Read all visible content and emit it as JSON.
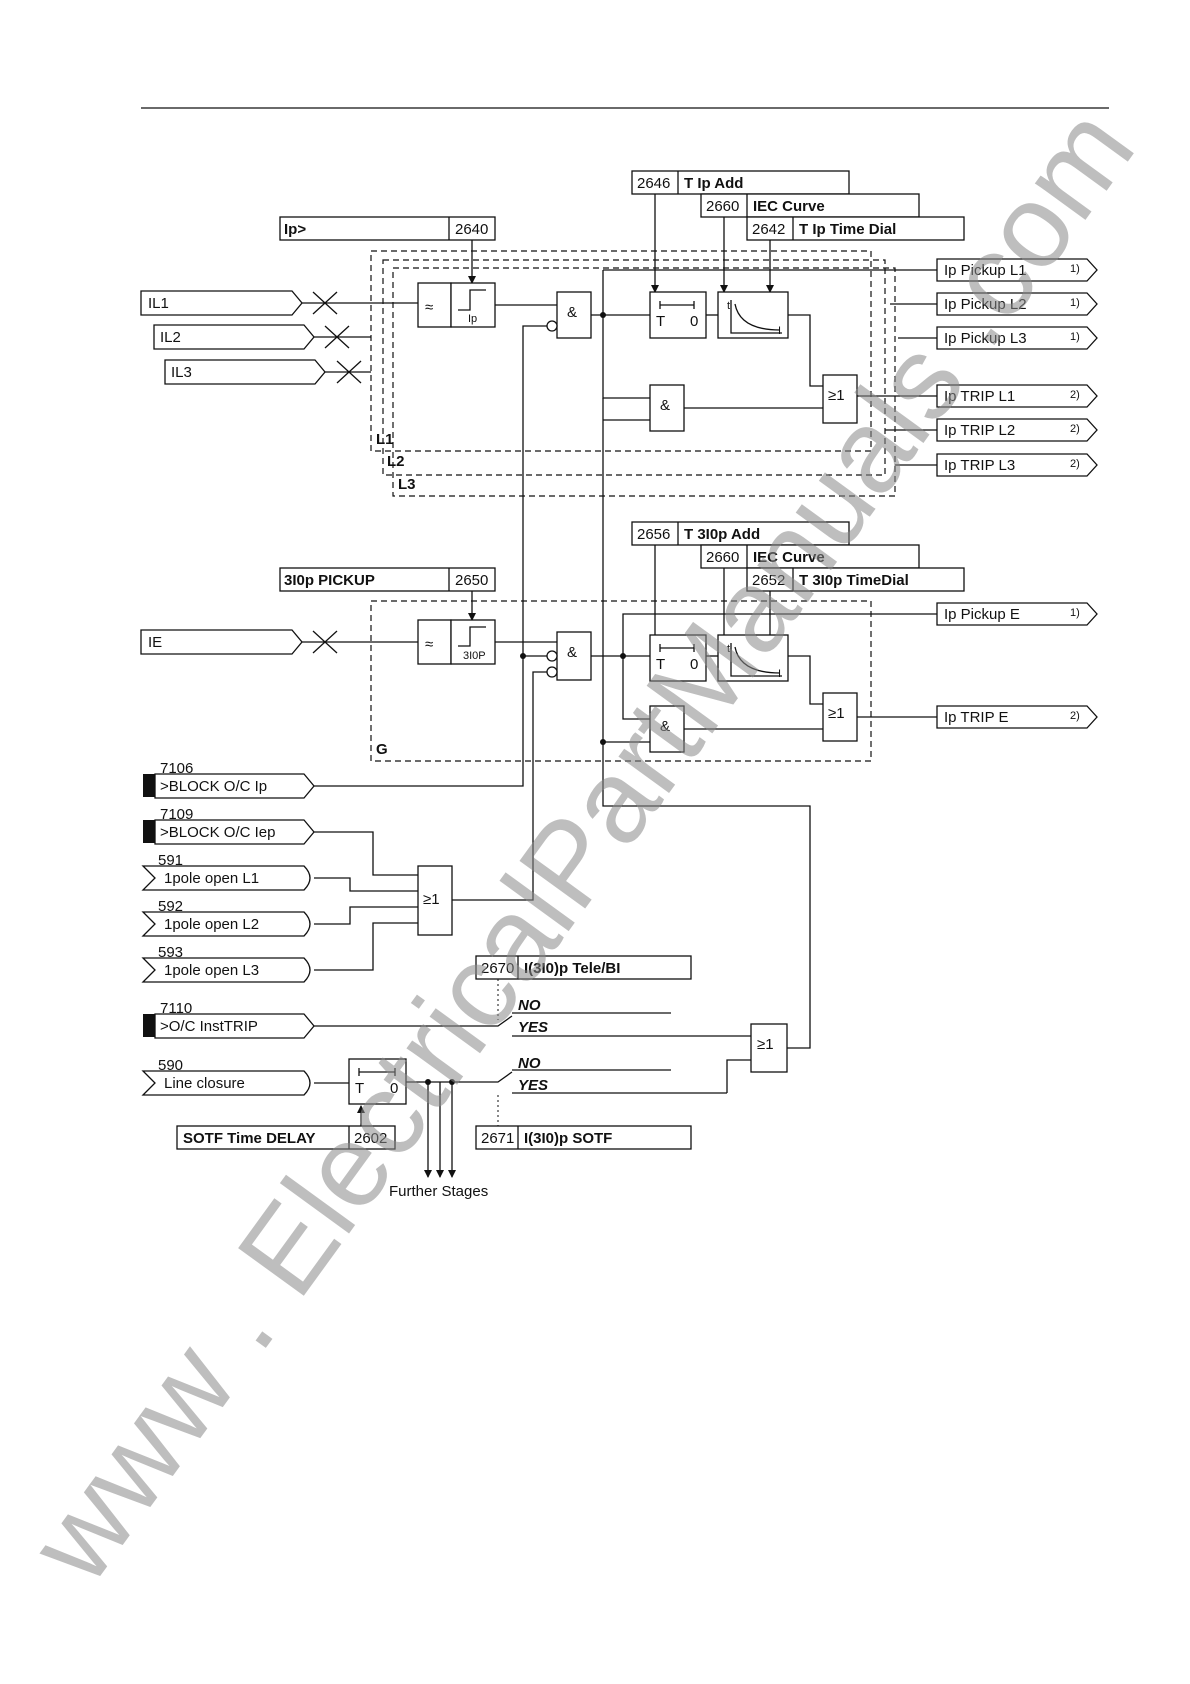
{
  "settings": {
    "ip_setting": {
      "label": "Ip>",
      "address": "2640"
    },
    "t_ip_add": {
      "address": "2646",
      "label": "T Ip Add"
    },
    "iec_curve_1": {
      "address": "2660",
      "label": "IEC Curve"
    },
    "t_ip_time_dial": {
      "address": "2642",
      "label": "T Ip Time Dial"
    },
    "pickup_3i0p": {
      "label": "3I0p PICKUP",
      "address": "2650"
    },
    "t_3i0p_add": {
      "address": "2656",
      "label": "T 3I0p Add"
    },
    "iec_curve_2": {
      "address": "2660",
      "label": "IEC Curve"
    },
    "t_3i0p_timedial": {
      "address": "2652",
      "label": "T 3I0p TimeDial"
    },
    "tele_bi": {
      "address": "2670",
      "label": "I(3I0)p Tele/BI"
    },
    "sotf": {
      "address": "2671",
      "label": "I(3I0)p SOTF"
    },
    "sotf_delay": {
      "label": "SOTF Time DELAY",
      "address": "2602"
    }
  },
  "inputs": {
    "il1": "IL1",
    "il2": "IL2",
    "il3": "IL3",
    "ie": "IE",
    "block_ip": {
      "number": "7106",
      "label": ">BLOCK O/C Ip"
    },
    "block_iep": {
      "number": "7109",
      "label": ">BLOCK O/C Iep"
    },
    "pole_l1": {
      "number": "591",
      "label": "1pole open L1"
    },
    "pole_l2": {
      "number": "592",
      "label": "1pole open L2"
    },
    "pole_l3": {
      "number": "593",
      "label": "1pole open L3"
    },
    "inst_trip": {
      "number": "7110",
      "label": ">O/C InstTRIP"
    },
    "line_closure": {
      "number": "590",
      "label": "Line closure"
    }
  },
  "outputs": {
    "pickup_l1": {
      "label": "Ip Pickup L1",
      "note": "1)"
    },
    "pickup_l2": {
      "label": "Ip Pickup L2",
      "note": "1)"
    },
    "pickup_l3": {
      "label": "Ip Pickup L3",
      "note": "1)"
    },
    "trip_l1": {
      "label": "Ip TRIP L1",
      "note": "2)"
    },
    "trip_l2": {
      "label": "Ip TRIP L2",
      "note": "2)"
    },
    "trip_l3": {
      "label": "Ip TRIP L3",
      "note": "2)"
    },
    "pickup_e": {
      "label": "Ip Pickup E",
      "note": "1)"
    },
    "trip_e": {
      "label": "Ip TRIP E",
      "note": "2)"
    }
  },
  "blocks": {
    "phase_labels": [
      "L1",
      "L2",
      "L3"
    ],
    "ground_label": "G",
    "and": "&",
    "or": "≥1",
    "timer_t": "T",
    "timer_0": "0",
    "curve_t": "t",
    "curve_i": "I",
    "thr_ip": "Ip",
    "thr_3i0p": "3I0P",
    "filter": "≈",
    "no": "NO",
    "yes": "YES",
    "further_stages": "Further Stages"
  },
  "watermark": "www . ElectricalPartManuals .com"
}
